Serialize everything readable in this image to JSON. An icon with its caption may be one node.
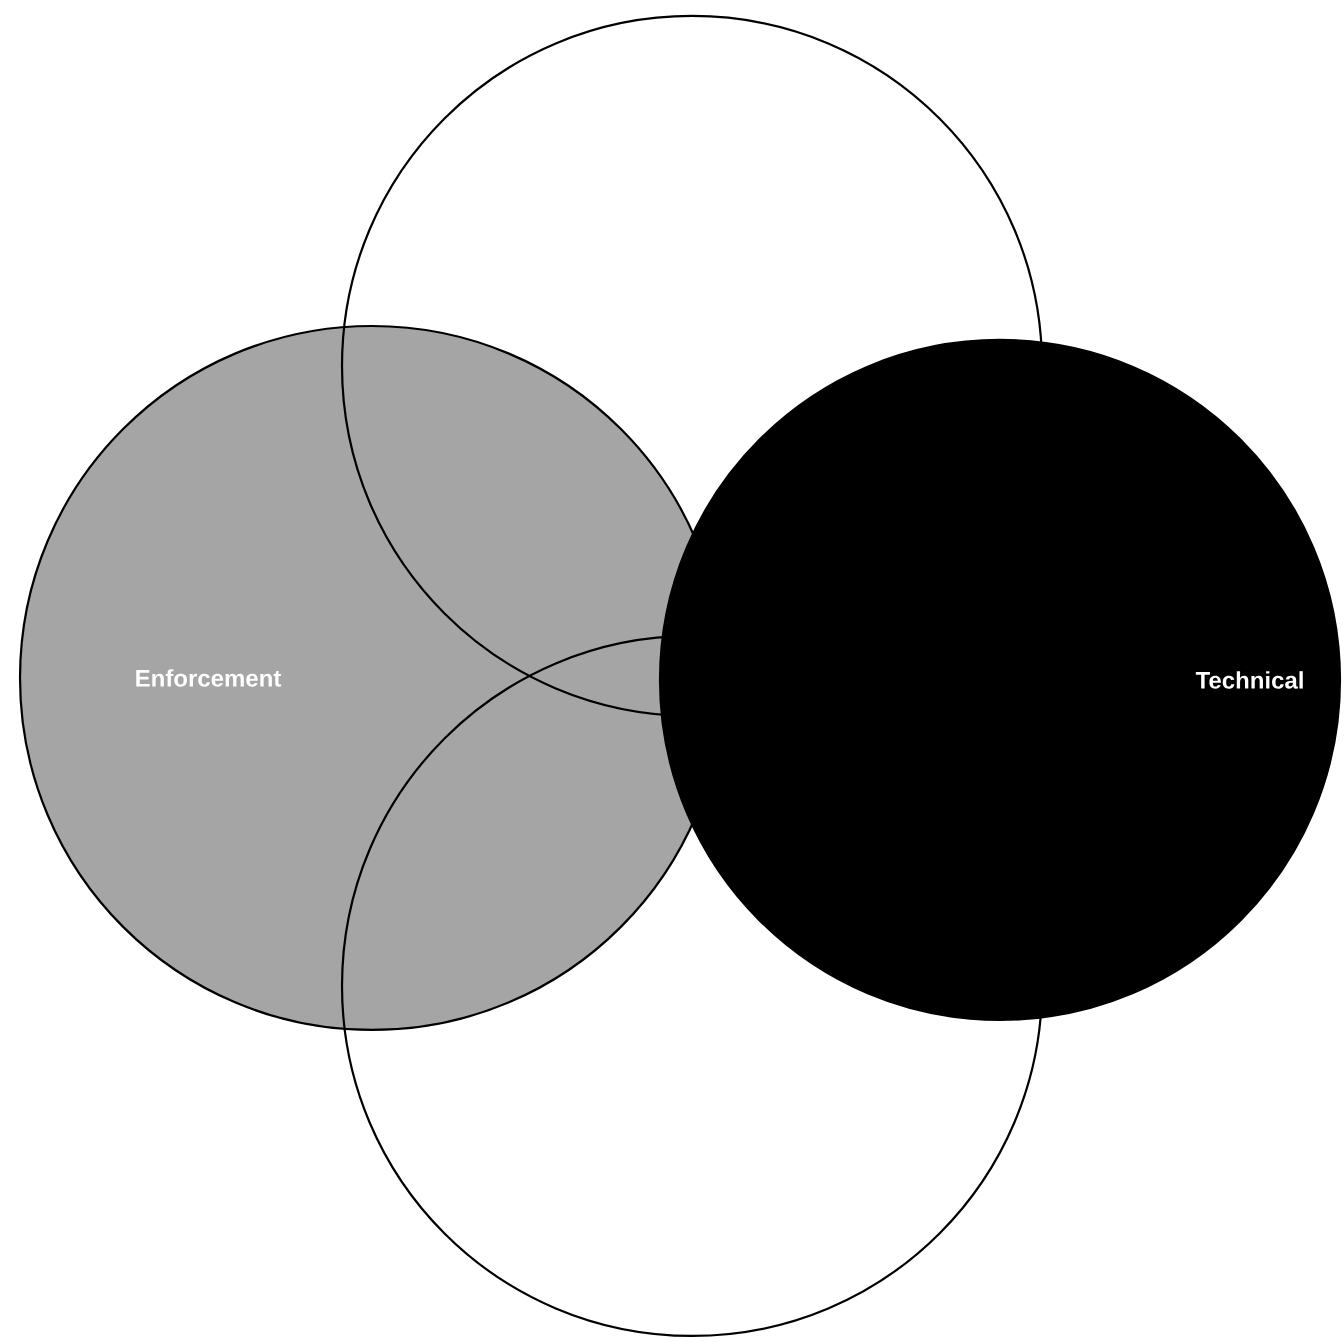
{
  "diagram": {
    "nodes": [
      {
        "text": [],
        "shape": "circle"
      },
      {
        "text": [
          "Enforcement"
        ]
      },
      {
        "text": [
          "Technical"
        ]
      },
      {
        "text": [],
        "shape": "circle"
      }
    ]
  }
}
